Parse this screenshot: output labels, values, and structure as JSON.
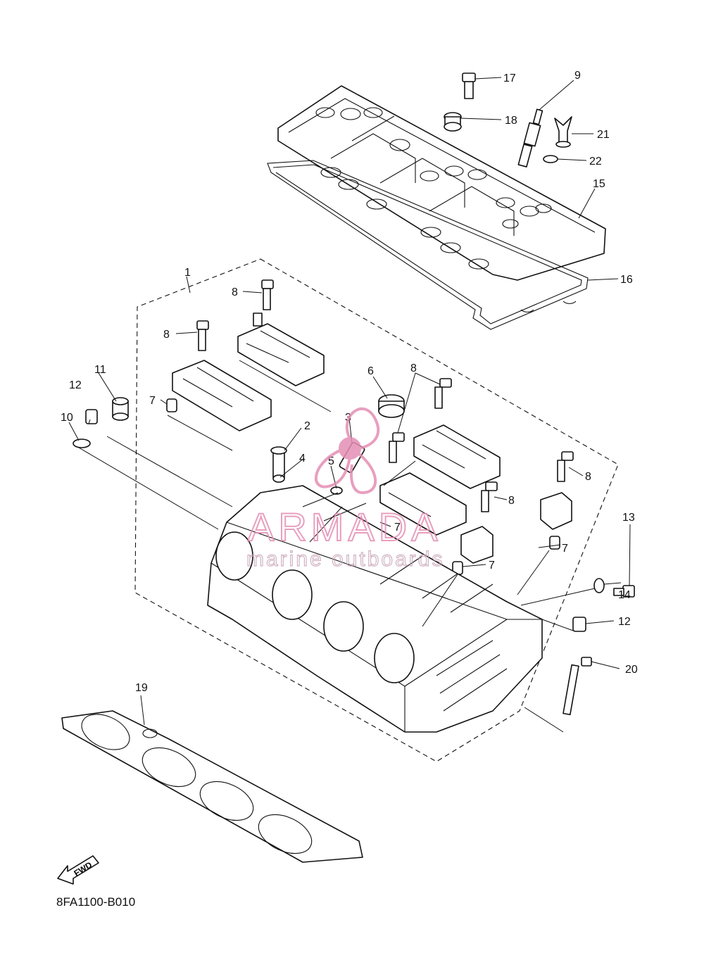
{
  "diagram": {
    "code": "8FA1100-B010",
    "fwd_label": "FWD",
    "callouts": [
      {
        "id": "c1",
        "label": "1"
      },
      {
        "id": "c2",
        "label": "2"
      },
      {
        "id": "c3",
        "label": "3"
      },
      {
        "id": "c4",
        "label": "4"
      },
      {
        "id": "c5",
        "label": "5"
      },
      {
        "id": "c6",
        "label": "6"
      },
      {
        "id": "c7a",
        "label": "7"
      },
      {
        "id": "c7b",
        "label": "7"
      },
      {
        "id": "c7c",
        "label": "7"
      },
      {
        "id": "c7d",
        "label": "7"
      },
      {
        "id": "c8a",
        "label": "8"
      },
      {
        "id": "c8b",
        "label": "8"
      },
      {
        "id": "c8c",
        "label": "8"
      },
      {
        "id": "c8d",
        "label": "8"
      },
      {
        "id": "c8e",
        "label": "8"
      },
      {
        "id": "c9",
        "label": "9"
      },
      {
        "id": "c10",
        "label": "10"
      },
      {
        "id": "c11",
        "label": "11"
      },
      {
        "id": "c12a",
        "label": "12"
      },
      {
        "id": "c12b",
        "label": "12"
      },
      {
        "id": "c13",
        "label": "13"
      },
      {
        "id": "c14",
        "label": "14"
      },
      {
        "id": "c15",
        "label": "15"
      },
      {
        "id": "c16",
        "label": "16"
      },
      {
        "id": "c17",
        "label": "17"
      },
      {
        "id": "c18",
        "label": "18"
      },
      {
        "id": "c19",
        "label": "19"
      },
      {
        "id": "c20",
        "label": "20"
      },
      {
        "id": "c21",
        "label": "21"
      },
      {
        "id": "c22",
        "label": "22"
      }
    ]
  },
  "watermark": {
    "brand": "ARMADA",
    "tagline": "marine outboards",
    "color": "#e58fb4"
  }
}
